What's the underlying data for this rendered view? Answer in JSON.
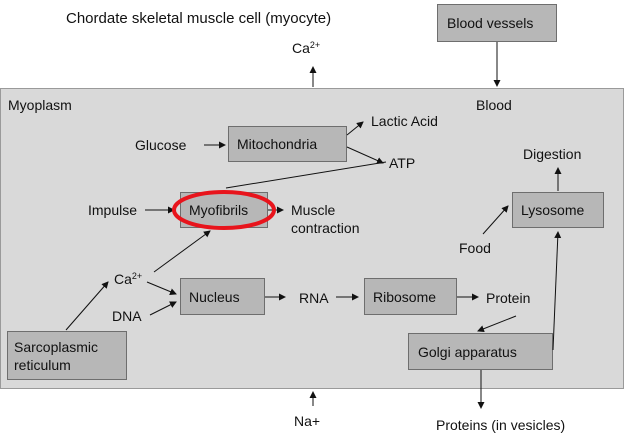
{
  "title": "Chordate skeletal muscle cell (myocyte)",
  "labels": {
    "ca_top": "Ca",
    "ca_mid": "Ca",
    "ca_superscript": "2+",
    "myoplasm": "Myoplasm",
    "blood": "Blood",
    "glucose": "Glucose",
    "lactic_acid": "Lactic Acid",
    "atp": "ATP",
    "digestion": "Digestion",
    "impulse": "Impulse",
    "muscle_contraction_1": "Muscle",
    "muscle_contraction_2": "contraction",
    "food": "Food",
    "dna": "DNA",
    "rna": "RNA",
    "protein": "Protein",
    "na": "Na+",
    "proteins_vesicles": "Proteins (in vesicles)"
  },
  "boxes": {
    "blood_vessels": "Blood vessels",
    "mitochondria": "Mitochondria",
    "myofibrils": "Myofibrils",
    "lysosome": "Lysosome",
    "nucleus": "Nucleus",
    "ribosome": "Ribosome",
    "sarcoplasmic_1": "Sarcoplasmic",
    "sarcoplasmic_2": "reticulum",
    "golgi": "Golgi apparatus"
  },
  "colors": {
    "cell_background": "#d9d9d9",
    "box_fill": "#b7b7b7",
    "highlight_ellipse": "#e8141c",
    "arrow": "#111111"
  }
}
